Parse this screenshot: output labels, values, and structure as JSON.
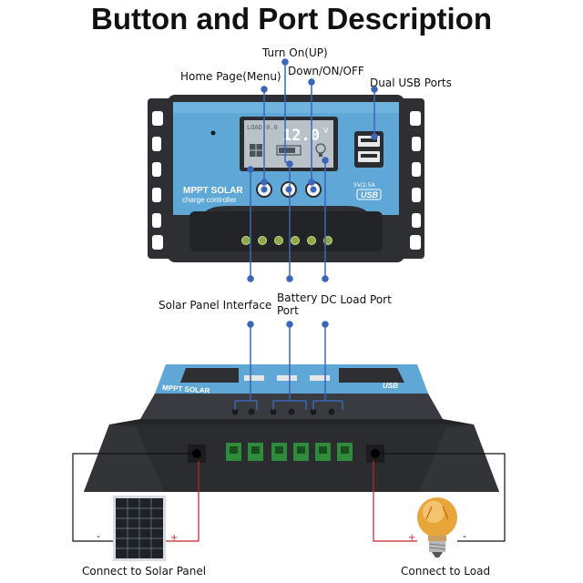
{
  "title": "Button and Port Description",
  "labels": {
    "turn_on": "Turn On(UP)",
    "home_page": "Home Page(Menu)",
    "down_on_off": "Down/ON/OFF",
    "dual_usb": "Dual USB Ports",
    "solar_panel_interface": "Solar Panel Interface",
    "battery_port_line1": "Battery",
    "battery_port_line2": "Port",
    "dc_load_port": "DC Load Port",
    "connect_solar": "Connect to  Solar Panel",
    "connect_load": "Connect to Load"
  },
  "device": {
    "brand_line1": "MPPT SOLAR",
    "brand_line2": "charge controller",
    "usb_spec": "5V/2.5A",
    "usb_mark": "USB",
    "lcd_mode": "LOAD 0.0",
    "lcd_value": "12.0",
    "lcd_unit": "V",
    "bottom_brand": "MPPT SOLAR",
    "bottom_usb": "USB"
  },
  "wiring": {
    "negative": "-",
    "positive": "+"
  },
  "colors": {
    "blue_panel": "#5ea7d6",
    "dark_body": "#2e2f33",
    "pointer": "#3b66b8",
    "terminal_green": "#2f8a3c",
    "wire_red": "#c8202a",
    "wire_black": "#111111"
  }
}
